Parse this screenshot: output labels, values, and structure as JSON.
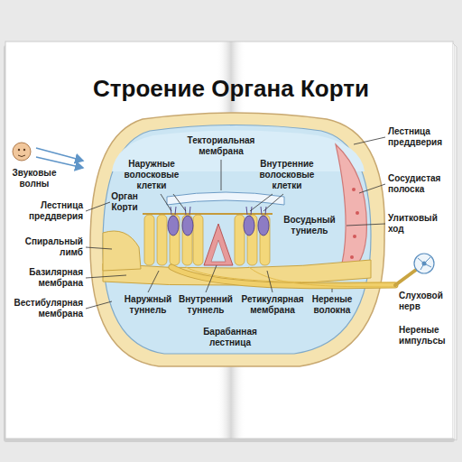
{
  "diagram": {
    "title": "Строение Органа Корти",
    "labels": [
      "Текториальная мембрана",
      "Наружные волосковые клетки",
      "Внутренние волосковые клетки",
      "Лестница преддверия",
      "Звуковые волны",
      "Сосудистая полоска",
      "Лестница преддверия",
      "Орган Корти",
      "Восудьный туниель",
      "Улитковый ход",
      "Спиральный лимб",
      "Базилярная мембрана",
      "Наружный туннель",
      "Внутренний туннель",
      "Ретикулярная мембрана",
      "Нереные волокна",
      "Слуховой нерв",
      "Вестибулярная мембрана",
      "Нереные импульсы",
      "Барабанная лестница"
    ]
  }
}
